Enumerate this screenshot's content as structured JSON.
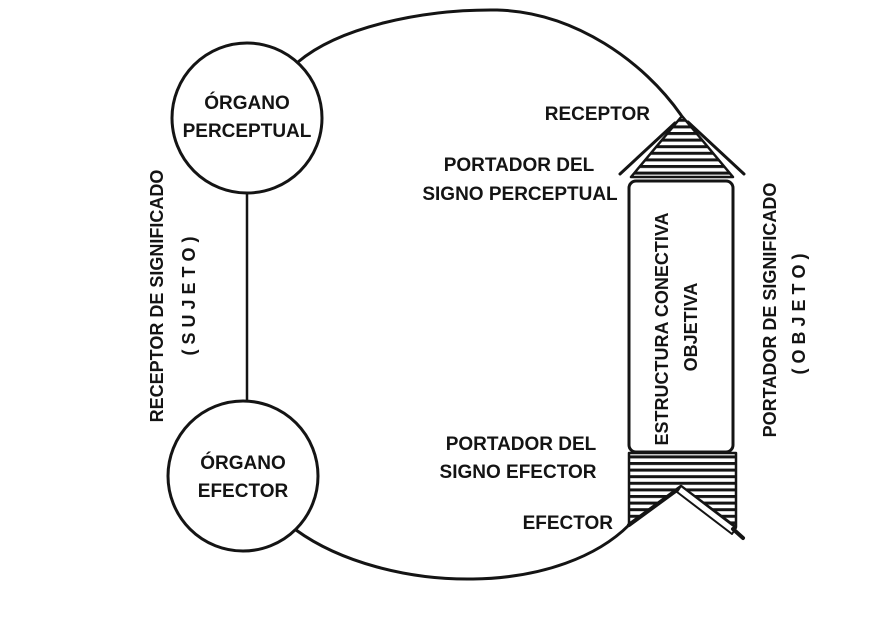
{
  "colors": {
    "ink": "#141414",
    "background": "#ffffff"
  },
  "subject_side": {
    "organo_perceptual": {
      "line1": "ÓRGANO",
      "line2": "PERCEPTUAL"
    },
    "organo_efector": {
      "line1": "ÓRGANO",
      "line2": "EFECTOR"
    },
    "vertical_label": {
      "line1": "RECEPTOR DE SIGNIFICADO",
      "line2": "( S U J E T O )"
    }
  },
  "object_side": {
    "receptor_label": "RECEPTOR",
    "portador_signo_perceptual": {
      "line1": "PORTADOR DEL",
      "line2": "SIGNO PERCEPTUAL"
    },
    "estructura_conectiva": {
      "line1": "ESTRUCTURA CONECTIVA",
      "line2": "OBJETIVA"
    },
    "portador_signo_efector": {
      "line1": "PORTADOR DEL",
      "line2": "SIGNO EFECTOR"
    },
    "efector_label": "EFECTOR",
    "vertical_label": {
      "line1": "PORTADOR DE SIGNIFICADO",
      "line2": "( O B J E T O )"
    }
  }
}
